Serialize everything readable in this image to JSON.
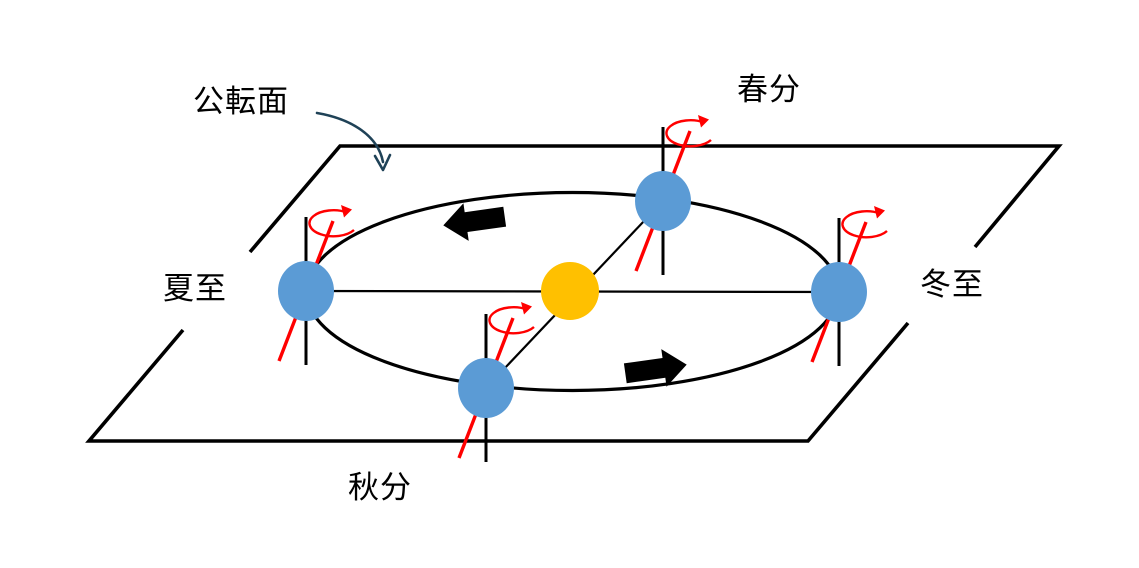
{
  "diagram": {
    "plane_label": "公転面",
    "positions": {
      "spring_equinox": "春分",
      "summer_solstice": "夏至",
      "winter_solstice": "冬至",
      "autumn_equinox": "秋分"
    },
    "colors": {
      "background": "#FFFFFF",
      "outline": "#000000",
      "earth": "#5B9BD5",
      "sun": "#FFC000",
      "rotation": "#FF0000",
      "callout": "#1F4257",
      "text": "#000000"
    }
  }
}
